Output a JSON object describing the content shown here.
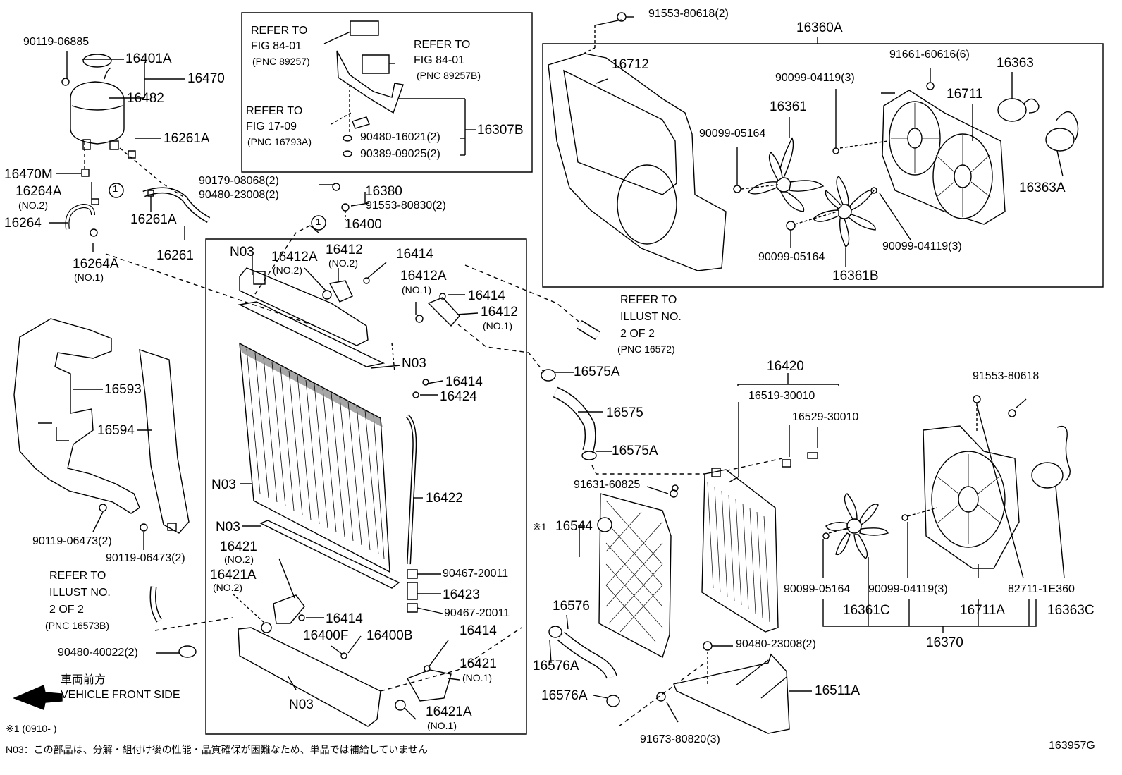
{
  "labels": {
    "p90119_06885": "90119-06885",
    "p16401A": "16401A",
    "p16470": "16470",
    "p16482": "16482",
    "p16261A_1": "16261A",
    "p16470M": "16470M",
    "p16264A_no2": "16264A",
    "no2_a": "(NO.2)",
    "p16264": "16264",
    "p16261A_2": "16261A",
    "p16261": "16261",
    "p16264A_no1": "16264A",
    "no1_a": "(NO.1)",
    "refer84_1a": "REFER TO",
    "refer84_1b": "FIG 84-01",
    "refer84_1c": "(PNC 89257)",
    "refer84_2a": "REFER TO",
    "refer84_2b": "FIG 84-01",
    "refer84_2c": "(PNC 89257B)",
    "refer17_a": "REFER TO",
    "refer17_b": "FIG 17-09",
    "refer17_c": "(PNC 16793A)",
    "p90480_16021": "90480-16021(2)",
    "p90389_09025": "90389-09025(2)",
    "p16307B": "16307B",
    "p90179_08068": "90179-08068(2)",
    "p90480_23008_top": "90480-23008(2)",
    "p16380": "16380",
    "p91553_80830": "91553-80830(2)",
    "p16400": "16400",
    "circle1_a": "1",
    "circle1_b": "1",
    "n03_1": "N03",
    "p16412A_1": "16412A",
    "no2_b": "(NO.2)",
    "p16412_1": "16412",
    "no2_c": "(NO.2)",
    "p16414_1": "16414",
    "p16412A_2": "16412A",
    "no1_b": "(NO.1)",
    "p16414_2": "16414",
    "p16412_2": "16412",
    "no1_c": "(NO.1)",
    "n03_2": "N03",
    "p16414_3": "16414",
    "p16424": "16424",
    "n03_3": "N03",
    "p16422": "16422",
    "n03_4": "N03",
    "p16421_1": "16421",
    "no2_d": "(NO.2)",
    "p16421A_1": "16421A",
    "no2_e": "(NO.2)",
    "p90467_20011_1": "90467-20011",
    "p16423": "16423",
    "p90467_20011_2": "90467-20011",
    "p16414_4": "16414",
    "p16400F": "16400F",
    "p16400B": "16400B",
    "p16414_5": "16414",
    "p16421_2": "16421",
    "no1_d": "(NO.1)",
    "p16421A_2": "16421A",
    "no1_e": "(NO.1)",
    "n03_5": "N03",
    "p16593": "16593",
    "p16594": "16594",
    "p90119_06473_1": "90119-06473(2)",
    "p90119_06473_2": "90119-06473(2)",
    "refer_illust1_a": "REFER TO",
    "refer_illust1_b": "ILLUST NO.",
    "refer_illust1_c": "2 OF 2",
    "refer_illust1_d": "(PNC 16573B)",
    "p90480_40022": "90480-40022(2)",
    "front_jp": "車両前方",
    "front_en": "VEHICLE FRONT SIDE",
    "note1": "※1 (0910-     )",
    "note_n03": "N03：この部品は、分解・組付け後の性能・品質確保が困難なため、単品では補給していません",
    "p91553_80618_2": "91553-80618(2)",
    "p16360A": "16360A",
    "p16712": "16712",
    "p91661_60616": "91661-60616(6)",
    "p16363": "16363",
    "p90099_04119_1": "90099-04119(3)",
    "p16711": "16711",
    "p16361": "16361",
    "p90099_05164_1": "90099-05164",
    "p16363A": "16363A",
    "p90099_04119_2": "90099-04119(3)",
    "p90099_05164_2": "90099-05164",
    "p16361B": "16361B",
    "refer_illust2_a": "REFER TO",
    "refer_illust2_b": "ILLUST NO.",
    "refer_illust2_c": "2 OF 2",
    "refer_illust2_d": "(PNC 16572)",
    "p16575A_1": "16575A",
    "p16575": "16575",
    "p16575A_2": "16575A",
    "p91631_60825": "91631-60825",
    "star1": "※1",
    "p16544": "16544",
    "p16420": "16420",
    "p16519_30010": "16519-30010",
    "p16529_30010": "16529-30010",
    "p91553_80618": "91553-80618",
    "p16576": "16576",
    "p16576A_1": "16576A",
    "p16576A_2": "16576A",
    "p90480_23008_bot": "90480-23008(2)",
    "p16511A": "16511A",
    "p91673_80820": "91673-80820(3)",
    "p90099_05164_3": "90099-05164",
    "p90099_04119_3": "90099-04119(3)",
    "p82711_1E360": "82711-1E360",
    "p16361C": "16361C",
    "p16711A": "16711A",
    "p16363C": "16363C",
    "p16370": "16370",
    "fig_id": "163957G"
  }
}
